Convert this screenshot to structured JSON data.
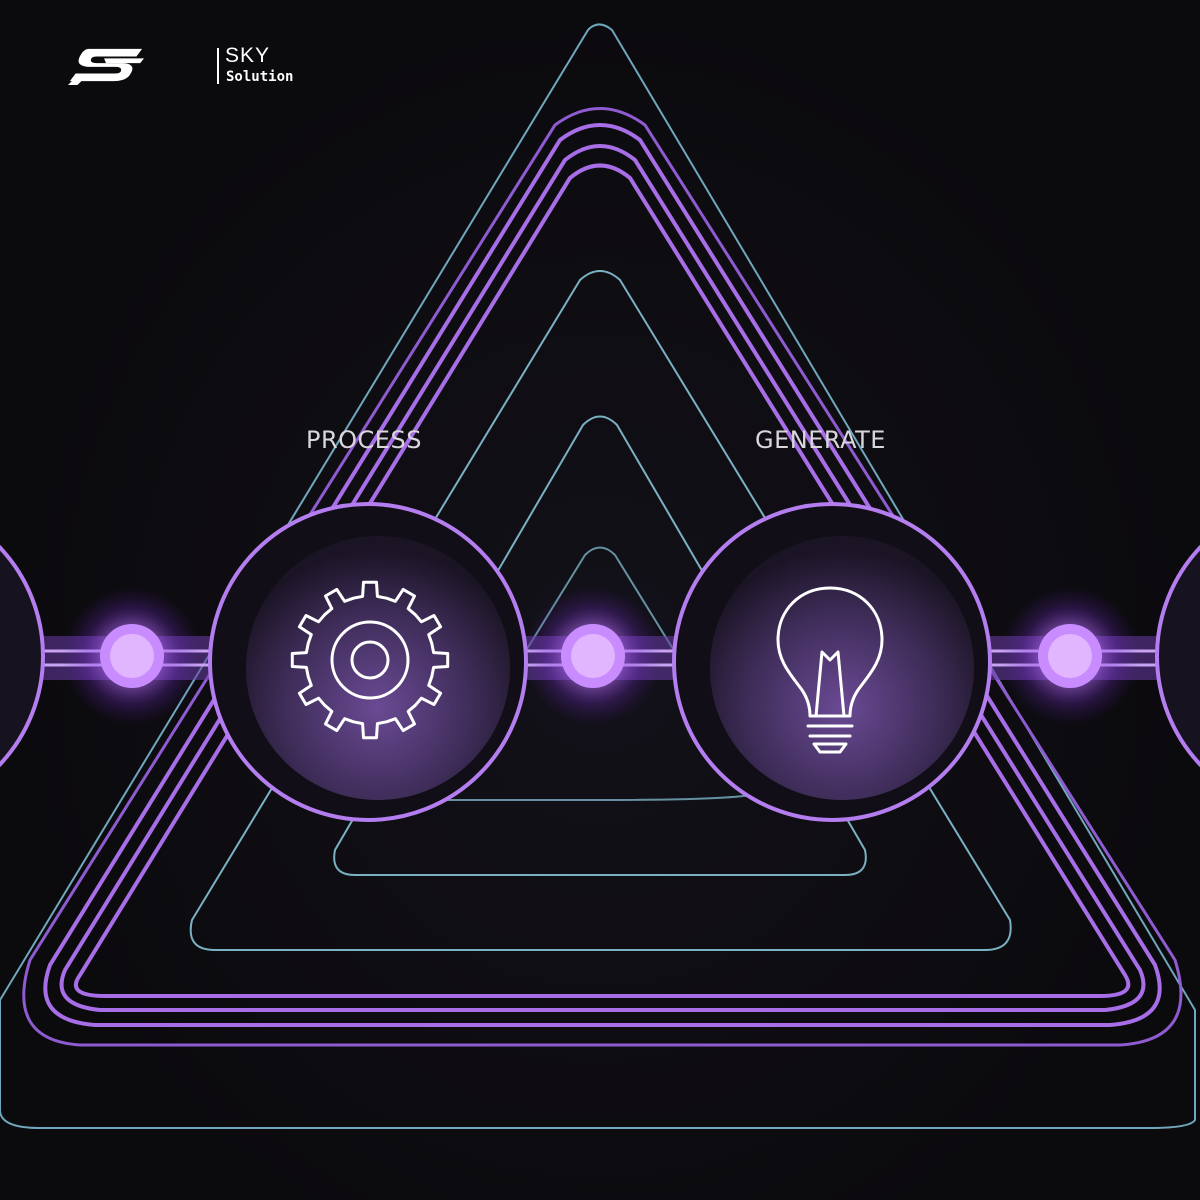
{
  "brand": {
    "name": "SKY",
    "tagline": "Solution"
  },
  "steps": [
    {
      "label": "PROCESS",
      "icon": "gear-icon"
    },
    {
      "label": "GENERATE",
      "icon": "lightbulb-icon"
    }
  ],
  "colors": {
    "background": "#0c0b0e",
    "purple": "#a678e6",
    "teal": "#7fb8c8",
    "glow": "#c88cff"
  }
}
